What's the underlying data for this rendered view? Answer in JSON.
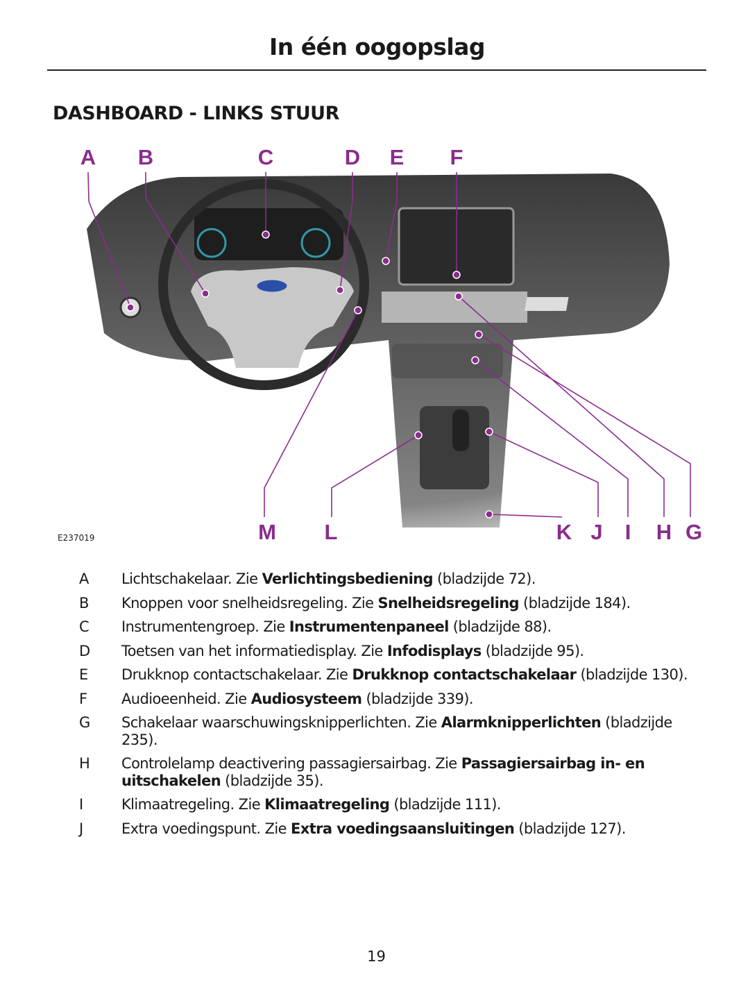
{
  "page_title": "In één oogopslag",
  "section_heading": "DASHBOARD - LINKS STUUR",
  "figure": {
    "id": "E237019",
    "callout_color": "#8a2c8d",
    "callouts": {
      "A": "A",
      "B": "B",
      "C": "C",
      "D": "D",
      "E": "E",
      "F": "F",
      "G": "G",
      "H": "H",
      "I": "I",
      "J": "J",
      "K": "K",
      "L": "L",
      "M": "M"
    }
  },
  "items": [
    {
      "letter": "A",
      "pre": "Lichtschakelaar. Zie ",
      "bold": "Verlichtingsbediening",
      "post": " (bladzijde 72)."
    },
    {
      "letter": "B",
      "pre": "Knoppen voor snelheidsregeling. Zie ",
      "bold": "Snelheidsregeling",
      "post": " (bladzijde 184)."
    },
    {
      "letter": "C",
      "pre": "Instrumentengroep. Zie ",
      "bold": "Instrumentenpaneel",
      "post": " (bladzijde 88)."
    },
    {
      "letter": "D",
      "pre": "Toetsen van het informatiedisplay. Zie ",
      "bold": "Infodisplays",
      "post": " (bladzijde 95)."
    },
    {
      "letter": "E",
      "pre": "Drukknop contactschakelaar. Zie ",
      "bold": "Drukknop contactschakelaar",
      "post": " (bladzijde 130)."
    },
    {
      "letter": "F",
      "pre": "Audioeenheid. Zie ",
      "bold": "Audiosysteem",
      "post": " (bladzijde 339)."
    },
    {
      "letter": "G",
      "pre": "Schakelaar waarschuwingsknipperlichten. Zie ",
      "bold": "Alarmknipperlichten",
      "post": " (bladzijde 235)."
    },
    {
      "letter": "H",
      "pre": "Controlelamp deactivering passagiersairbag. Zie ",
      "bold": "Passagiersairbag in- en uitschakelen",
      "post": " (bladzijde 35)."
    },
    {
      "letter": "I",
      "pre": "Klimaatregeling. Zie ",
      "bold": "Klimaatregeling",
      "post": " (bladzijde 111)."
    },
    {
      "letter": "J",
      "pre": "Extra voedingspunt. Zie ",
      "bold": "Extra voedingsaansluitingen",
      "post": " (bladzijde 127)."
    }
  ],
  "page_number": "19"
}
